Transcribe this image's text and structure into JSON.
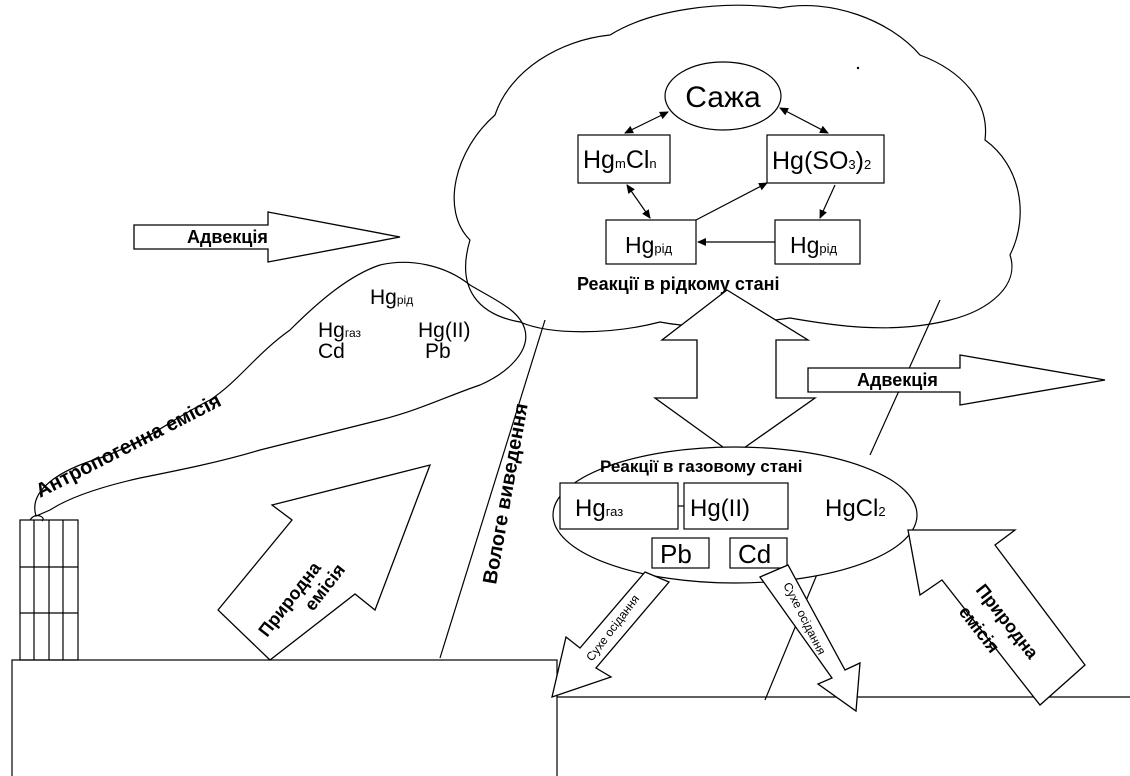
{
  "cloud_top": {
    "soot": "Сажа",
    "species": {
      "hgmcln": {
        "main": "Hg",
        "sub1": "m",
        "mid": "Cl",
        "sub2": "n"
      },
      "hgso3": {
        "main": "Hg(SO",
        "sub": "3",
        "end": ")",
        "sub2": "2"
      },
      "hg_liq_left": {
        "main": "Hg",
        "sub": "рід"
      },
      "hg_liq_right": {
        "main": "Hg",
        "sub": "рід"
      }
    },
    "caption": "Реакції в рідкому стані"
  },
  "cloud_left": {
    "hg_liq": {
      "main": "Hg",
      "sub": "рід"
    },
    "hg_gas": {
      "main": "Hg",
      "sub": "газ"
    },
    "hg_ii": "Hg(II)",
    "cd": "Cd",
    "pb": "Pb"
  },
  "gas_ellipse": {
    "caption": "Реакції в газовому стані",
    "hg_gas": {
      "main": "Hg",
      "sub": "газ"
    },
    "hg_ii": "Hg(II)",
    "hgcl2": {
      "main": "HgCl",
      "sub": "2"
    },
    "pb": "Pb",
    "cd": "Cd"
  },
  "labels": {
    "advection_left": "Адвекція",
    "advection_right": "Адвекція",
    "anthropogenic": "Антропогенна емісія",
    "natural_left_1": "Природна",
    "natural_left_2": "емісія",
    "natural_right_1": "Природна",
    "natural_right_2": "емісія",
    "wet_deposition": "Вологе виведення",
    "dry_deposition_1": "Сухе осідання",
    "dry_deposition_2": "Сухе осідання"
  }
}
